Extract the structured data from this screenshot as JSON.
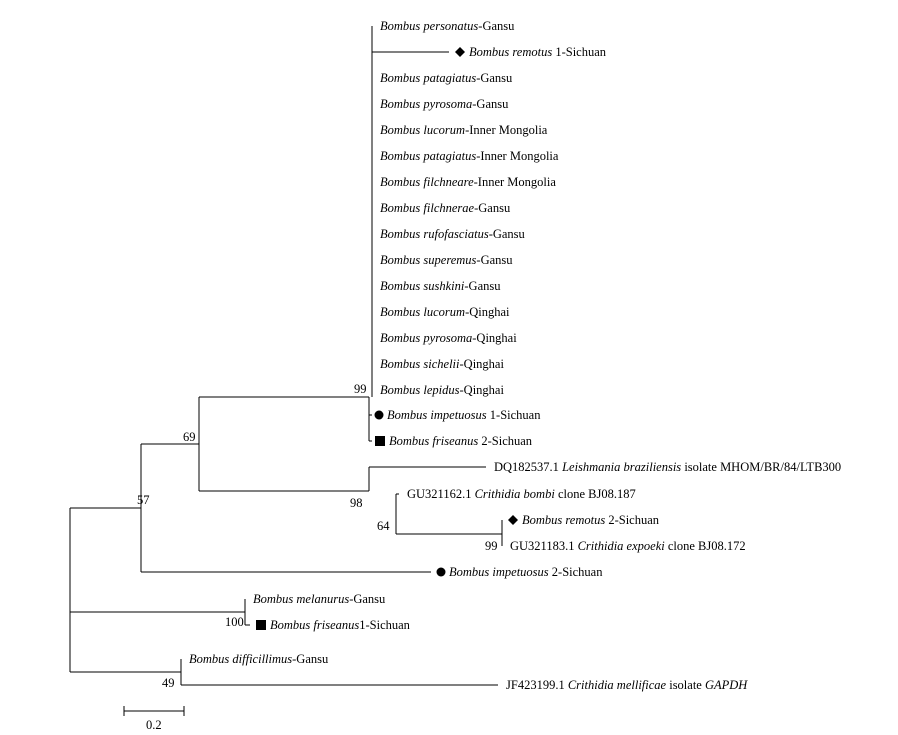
{
  "taxa": [
    {
      "id": "t1",
      "parts": [
        {
          "t": "Bombus personatus",
          "i": true
        },
        {
          "t": "-Gansu",
          "i": false
        }
      ],
      "marker": "none"
    },
    {
      "id": "t2",
      "parts": [
        {
          "t": "Bombus remotus",
          "i": true
        },
        {
          "t": " 1-Sichuan",
          "i": false
        }
      ],
      "marker": "diamond"
    },
    {
      "id": "t3",
      "parts": [
        {
          "t": "Bombus patagiatus",
          "i": true
        },
        {
          "t": "-Gansu",
          "i": false
        }
      ],
      "marker": "none"
    },
    {
      "id": "t4",
      "parts": [
        {
          "t": "Bombus pyrosoma",
          "i": true
        },
        {
          "t": "-Gansu",
          "i": false
        }
      ],
      "marker": "none"
    },
    {
      "id": "t5",
      "parts": [
        {
          "t": "Bombus lucorum",
          "i": true
        },
        {
          "t": "-Inner Mongolia",
          "i": false
        }
      ],
      "marker": "none"
    },
    {
      "id": "t6",
      "parts": [
        {
          "t": "Bombus patagiatus",
          "i": true
        },
        {
          "t": "-Inner Mongolia",
          "i": false
        }
      ],
      "marker": "none"
    },
    {
      "id": "t7",
      "parts": [
        {
          "t": "Bombus filchneare",
          "i": true
        },
        {
          "t": "-Inner Mongolia",
          "i": false
        }
      ],
      "marker": "none"
    },
    {
      "id": "t8",
      "parts": [
        {
          "t": "Bombus filchnerae",
          "i": true
        },
        {
          "t": "-Gansu",
          "i": false
        }
      ],
      "marker": "none"
    },
    {
      "id": "t9",
      "parts": [
        {
          "t": "Bombus rufofasciatus",
          "i": true
        },
        {
          "t": "-Gansu",
          "i": false
        }
      ],
      "marker": "none"
    },
    {
      "id": "t10",
      "parts": [
        {
          "t": "Bombus superemus",
          "i": true
        },
        {
          "t": "-Gansu",
          "i": false
        }
      ],
      "marker": "none"
    },
    {
      "id": "t11",
      "parts": [
        {
          "t": "Bombus sushkini",
          "i": true
        },
        {
          "t": "-Gansu",
          "i": false
        }
      ],
      "marker": "none"
    },
    {
      "id": "t12",
      "parts": [
        {
          "t": "Bombus lucorum",
          "i": true
        },
        {
          "t": "-Qinghai",
          "i": false
        }
      ],
      "marker": "none"
    },
    {
      "id": "t13",
      "parts": [
        {
          "t": "Bombus pyrosoma",
          "i": true
        },
        {
          "t": "-Qinghai",
          "i": false
        }
      ],
      "marker": "none"
    },
    {
      "id": "t14",
      "parts": [
        {
          "t": "Bombus sichelii",
          "i": true
        },
        {
          "t": "-Qinghai",
          "i": false
        }
      ],
      "marker": "none"
    },
    {
      "id": "t15",
      "parts": [
        {
          "t": "Bombus lepidus",
          "i": true
        },
        {
          "t": "-Qinghai",
          "i": false
        }
      ],
      "marker": "none"
    },
    {
      "id": "t16",
      "parts": [
        {
          "t": "Bombus impetuosus",
          "i": true
        },
        {
          "t": " 1-Sichuan",
          "i": false
        }
      ],
      "marker": "circle"
    },
    {
      "id": "t17",
      "parts": [
        {
          "t": "Bombus friseanus",
          "i": true
        },
        {
          "t": " 2-Sichuan",
          "i": false
        }
      ],
      "marker": "square"
    },
    {
      "id": "t18",
      "parts": [
        {
          "t": "DQ182537.1 ",
          "i": false
        },
        {
          "t": "Leishmania braziliensis",
          "i": true
        },
        {
          "t": " isolate MHOM/BR/84/LTB300",
          "i": false
        }
      ],
      "marker": "none"
    },
    {
      "id": "t19",
      "parts": [
        {
          "t": "GU321162.1 ",
          "i": false
        },
        {
          "t": "Crithidia bombi",
          "i": true
        },
        {
          "t": " clone BJ08.187",
          "i": false
        }
      ],
      "marker": "none"
    },
    {
      "id": "t20",
      "parts": [
        {
          "t": "Bombus remotus",
          "i": true
        },
        {
          "t": " 2-Sichuan",
          "i": false
        }
      ],
      "marker": "diamond"
    },
    {
      "id": "t21",
      "parts": [
        {
          "t": "GU321183.1 ",
          "i": false
        },
        {
          "t": "Crithidia expoeki",
          "i": true
        },
        {
          "t": " clone BJ08.172",
          "i": false
        }
      ],
      "marker": "none"
    },
    {
      "id": "t22",
      "parts": [
        {
          "t": "Bombus impetuosus",
          "i": true
        },
        {
          "t": " 2-Sichuan",
          "i": false
        }
      ],
      "marker": "circle"
    },
    {
      "id": "t23",
      "parts": [
        {
          "t": "Bombus melanurus",
          "i": true
        },
        {
          "t": "-Gansu",
          "i": false
        }
      ],
      "marker": "none"
    },
    {
      "id": "t24",
      "parts": [
        {
          "t": "Bombus friseanus",
          "i": true
        },
        {
          "t": "1-Sichuan",
          "i": false
        }
      ],
      "marker": "square"
    },
    {
      "id": "t25",
      "parts": [
        {
          "t": "Bombus difficillimus",
          "i": true
        },
        {
          "t": "-Gansu",
          "i": false
        }
      ],
      "marker": "none"
    },
    {
      "id": "t26",
      "parts": [
        {
          "t": "JF423199.1  ",
          "i": false
        },
        {
          "t": "Crithidia mellificae",
          "i": true
        },
        {
          "t": " isolate ",
          "i": false
        },
        {
          "t": "GAPDH",
          "i": true
        }
      ],
      "marker": "none"
    }
  ],
  "bootstrap": [
    "99",
    "69",
    "57",
    "98",
    "64",
    "99",
    "100",
    "49"
  ],
  "scale_bar": {
    "label": "0.2",
    "value": 0.2
  }
}
